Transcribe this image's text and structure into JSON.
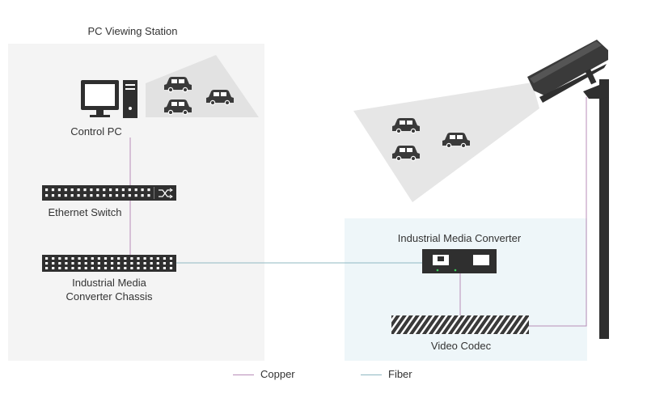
{
  "left_panel": {
    "title": "PC Viewing Station"
  },
  "nodes": {
    "control_pc": "Control PC",
    "ethernet_switch": "Ethernet Switch",
    "chassis_line1": "Industrial Media",
    "chassis_line2": "Converter Chassis",
    "media_converter": "Industrial Media Converter",
    "video_codec": "Video Codec"
  },
  "legend": {
    "copper": {
      "label": "Copper",
      "color": "#b88db8"
    },
    "fiber": {
      "label": "Fiber",
      "color": "#8fb8c2"
    }
  },
  "colors": {
    "station_bg": "#f4f4f4",
    "right_bg": "#eef6f9",
    "device": "#2f2f2f",
    "view_cone": "#e6e6e6",
    "car": "#3a3a3a"
  }
}
